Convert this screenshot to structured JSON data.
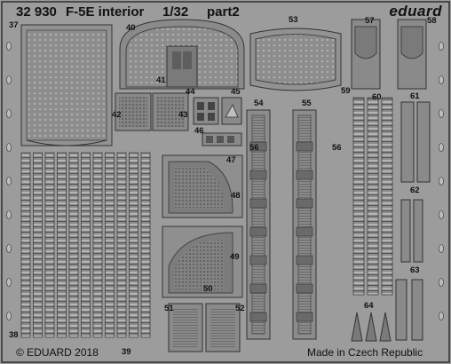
{
  "sheet": {
    "catalog_number": "32 930",
    "title": "F-5E interior",
    "scale": "1/32",
    "part": "part2",
    "brand": "eduard",
    "copyright": "© EDUARD 2018",
    "origin": "Made in Czech Republic"
  },
  "part_numbers": [
    "37",
    "38",
    "39",
    "40",
    "41",
    "42",
    "43",
    "44",
    "45",
    "46",
    "47",
    "48",
    "49",
    "50",
    "51",
    "52",
    "53",
    "54",
    "55",
    "56",
    "56",
    "57",
    "58",
    "59",
    "60",
    "61",
    "62",
    "63",
    "64"
  ],
  "colors": {
    "fret": "#9c9c9c",
    "part_fill": "#8a8a8a",
    "part_dark": "#6e6e6e",
    "etch_line": "#3a3a3a",
    "highlight": "#c8c8c8",
    "text": "#111111"
  }
}
